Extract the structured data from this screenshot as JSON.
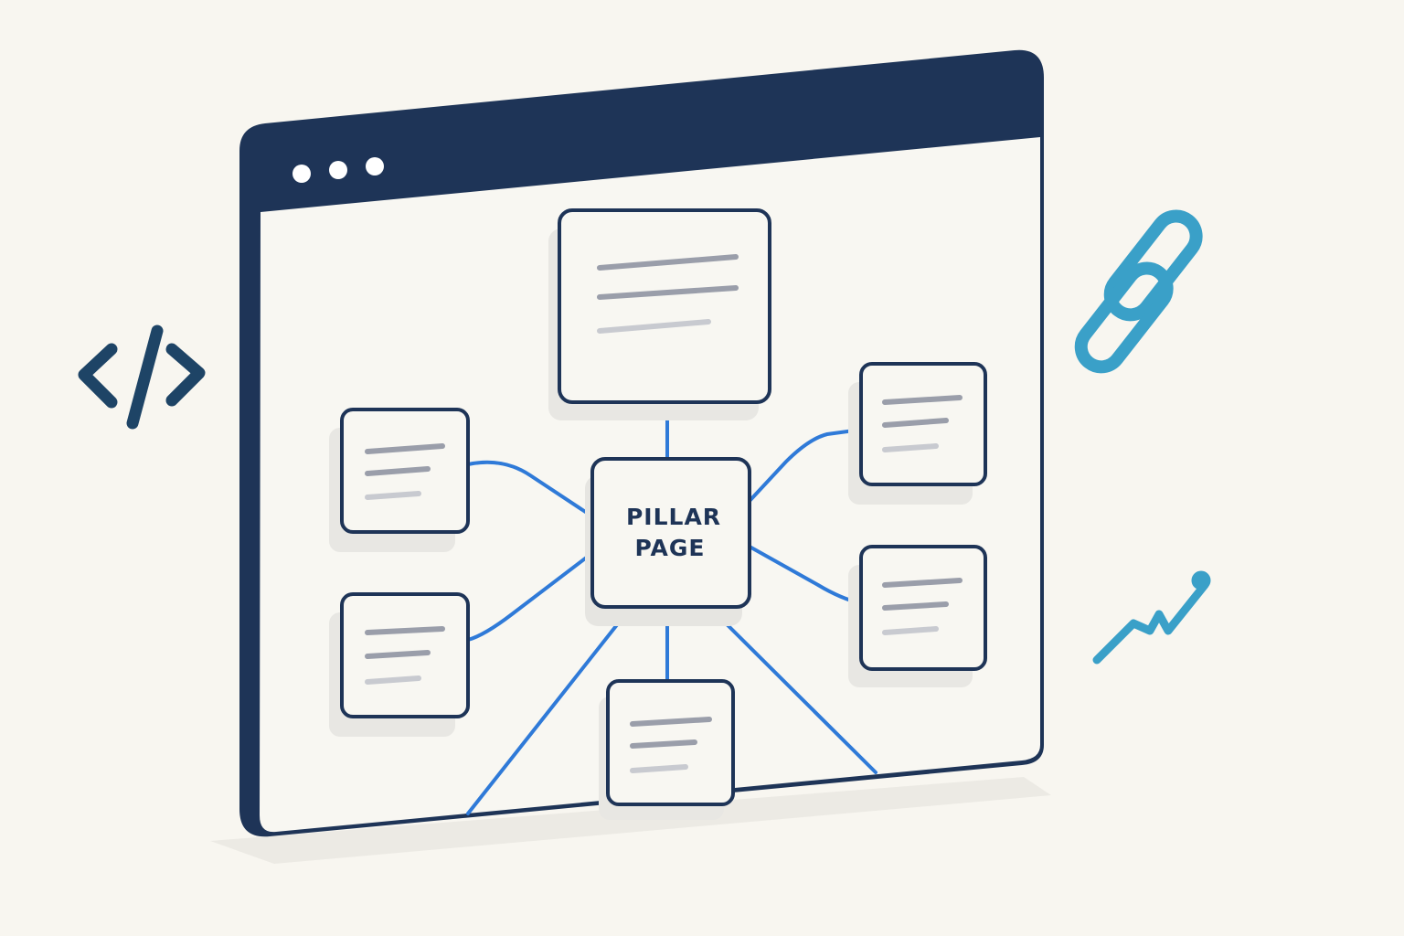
{
  "window": {
    "dots": 3
  },
  "pillar": {
    "line1": "PILLAR",
    "line2": "PAGE"
  },
  "icons": {
    "left": "code-icon",
    "right_top": "chain-link-icon",
    "right_bottom": "broken-link-icon"
  },
  "colors": {
    "background": "#f8f6f0",
    "frame": "#1e3457",
    "content": "#f8f7f2",
    "connector": "#2f7ad8",
    "accent": "#3aa0c8",
    "text_line": "#9a9eaa"
  }
}
